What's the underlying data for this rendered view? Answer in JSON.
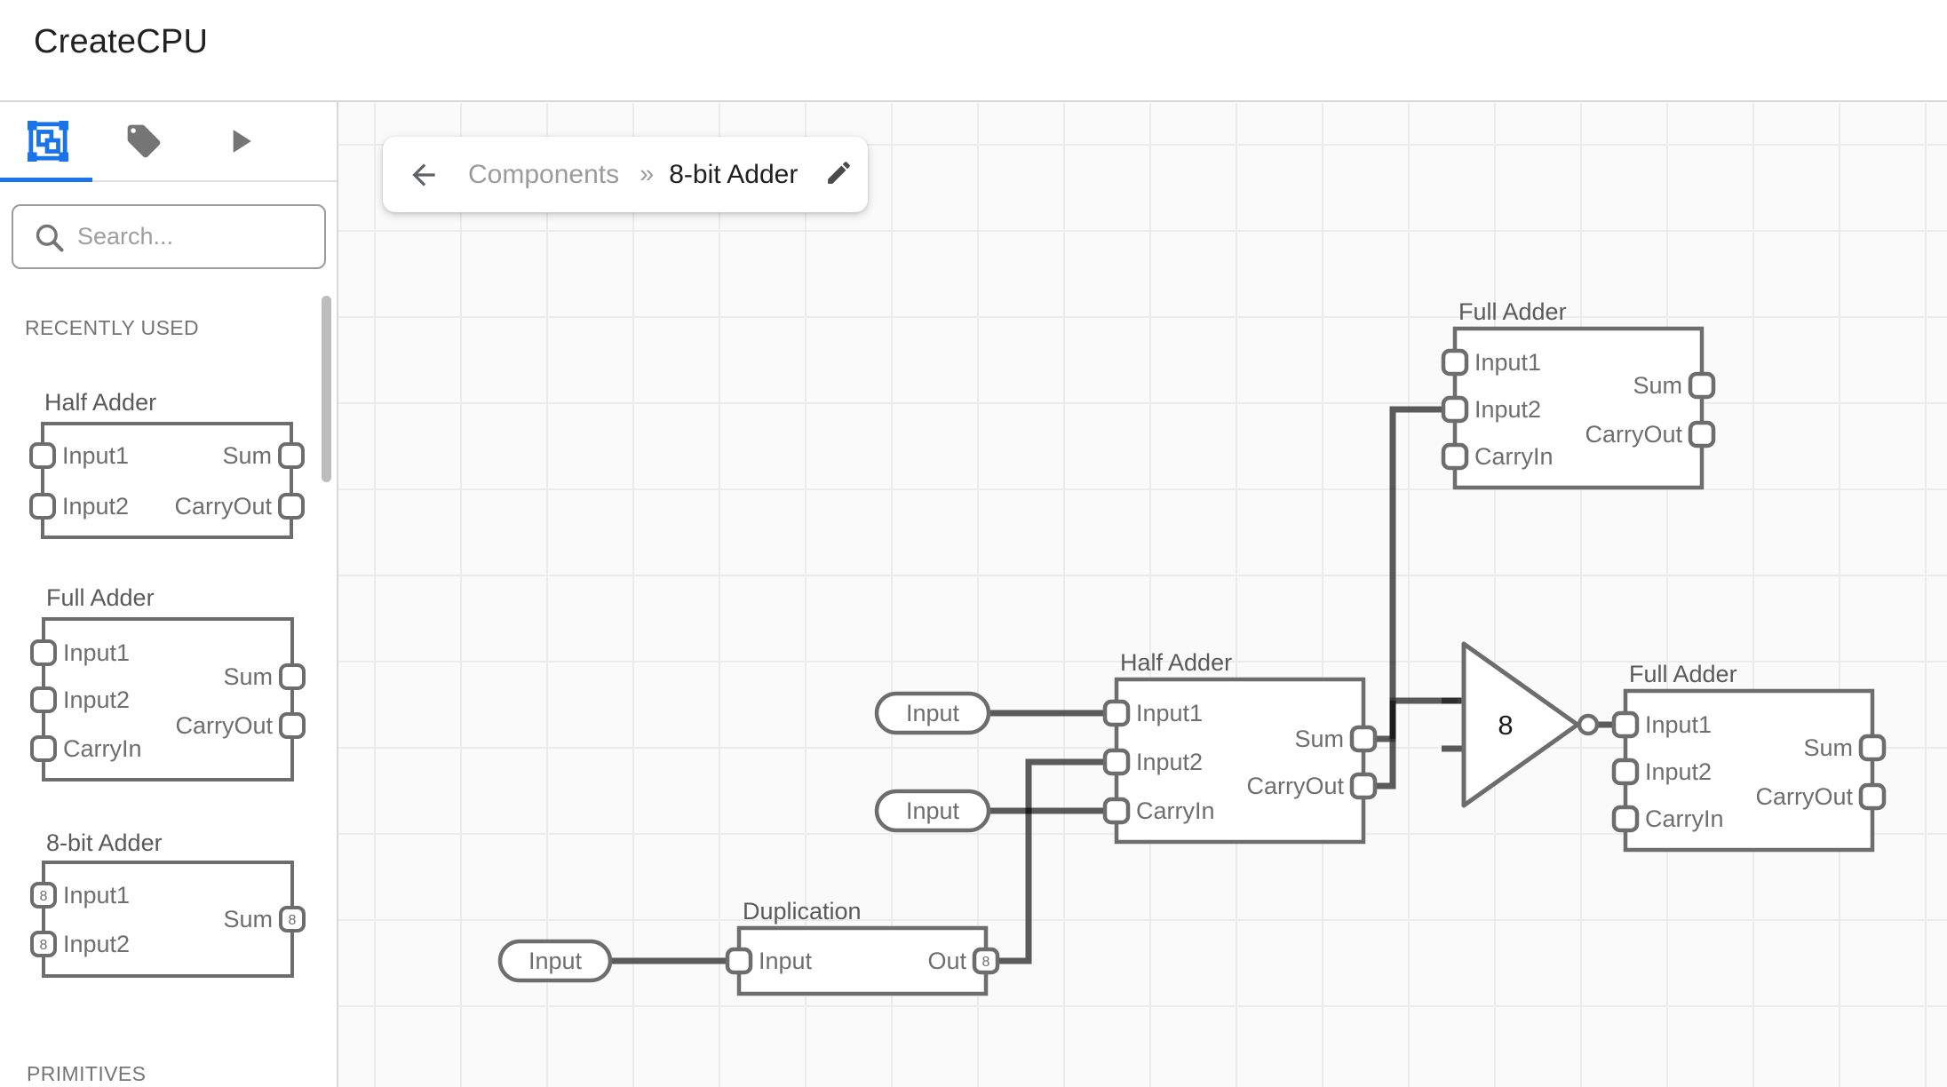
{
  "app": {
    "title": "CreateCPU"
  },
  "sidebar": {
    "tabs": [
      {
        "icon": "components-icon",
        "selected": true
      },
      {
        "icon": "tag-icon",
        "selected": false
      },
      {
        "icon": "play-icon",
        "selected": false
      }
    ],
    "search": {
      "placeholder": "Search..."
    },
    "sections": {
      "recently_used": "RECENTLY USED",
      "primitives": "PRIMITIVES"
    },
    "half_adder": {
      "title": "Half Adder",
      "in1": "Input1",
      "in2": "Input2",
      "sum": "Sum",
      "cout": "CarryOut"
    },
    "full_adder": {
      "title": "Full Adder",
      "in1": "Input1",
      "in2": "Input2",
      "cin": "CarryIn",
      "sum": "Sum",
      "cout": "CarryOut"
    },
    "adder8": {
      "title": "8-bit Adder",
      "in1": "Input1",
      "in2": "Input2",
      "sum": "Sum",
      "bus": "8"
    }
  },
  "breadcrumb": {
    "parent": "Components",
    "separator": "»",
    "current": "8-bit Adder"
  },
  "canvas": {
    "pill_input1": "Input",
    "pill_input2": "Input",
    "pill_input3": "Input",
    "half_adder": {
      "title": "Half Adder",
      "in1": "Input1",
      "in2": "Input2",
      "cin": "CarryIn",
      "sum": "Sum",
      "cout": "CarryOut"
    },
    "full_adder_top": {
      "title": "Full Adder",
      "in1": "Input1",
      "in2": "Input2",
      "cin": "CarryIn",
      "sum": "Sum",
      "cout": "CarryOut"
    },
    "full_adder_right": {
      "title": "Full Adder",
      "in1": "Input1",
      "in2": "Input2",
      "cin": "CarryIn",
      "sum": "Sum",
      "cout": "CarryOut"
    },
    "duplication": {
      "title": "Duplication",
      "in": "Input",
      "out": "Out",
      "bus": "8"
    },
    "inverter": {
      "label": "8"
    }
  },
  "colors": {
    "accent": "#1a73e8",
    "component_border": "#6d6d6d",
    "wire": "#5a5a5a",
    "canvas_bg": "#fafafa",
    "grid_line": "#ececec",
    "icon_gray": "#757575"
  }
}
